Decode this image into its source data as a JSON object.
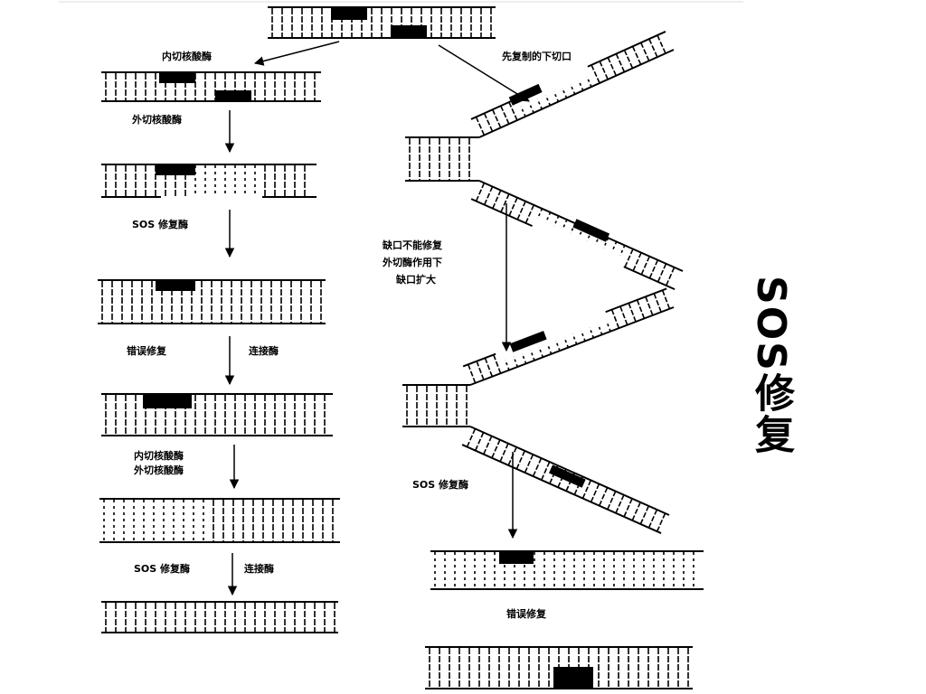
{
  "diagram": {
    "side_title": "SOS修复",
    "labels": {
      "endonuclease": "内切核酸酶",
      "replicate_first": "先复制的下切口",
      "exonuclease": "外切核酸酶",
      "sos_enzyme_1": "SOS 修复酶",
      "error_repair_1": "错误修复",
      "ligase_1": "连接酶",
      "endo_exo_1": "内切核酸酶",
      "endo_exo_2": "外切核酸酶",
      "sos_enzyme_2": "SOS 修复酶",
      "ligase_2": "连接酶",
      "gap_line1": "缺口不能修复",
      "gap_line2": "外切酶作用下",
      "gap_line3": "缺口扩大",
      "sos_enzyme_3": "SOS 修复酶",
      "error_repair_2": "错误修复"
    }
  }
}
